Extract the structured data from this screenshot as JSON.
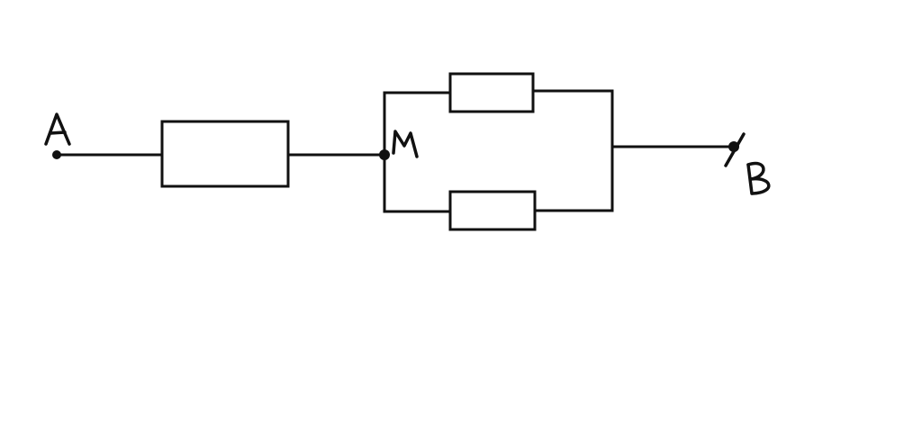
{
  "diagram": {
    "labels": {
      "terminal_a": "A",
      "node_m": "M",
      "terminal_b": "B"
    },
    "colors": {
      "line": "#111111",
      "background": "#ffffff"
    }
  }
}
